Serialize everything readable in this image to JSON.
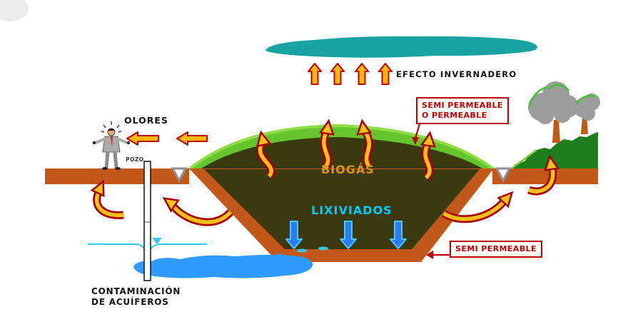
{
  "diagram": {
    "type": "landfill-environmental-impacts-cross-section",
    "labels": {
      "efecto_invernadero": "EFECTO INVERNADERO",
      "olores": "OLORES",
      "pozo": "POZO",
      "biogas": "BIOGÁS",
      "lixiviados": "LIXIVIADOS",
      "contaminacion_line1": "CONTAMINACIÓN",
      "contaminacion_line2": "DE ACUÍFEROS",
      "semi_permeable_top_line1": "SEMI PERMEABLE",
      "semi_permeable_top_line2": "O PERMEABLE",
      "semi_permeable_bottom": "SEMI PERMEABLE"
    },
    "icons": {
      "cloud": "greenhouse-gas-cloud",
      "up_arrows": "greenhouse-emission-arrow-icon (x4)",
      "left_arrows": "odor-arrow-icon (x2)",
      "curved_arrows": "gas-escape-arrow-icon (x8)",
      "down_arrows": "leachate-arrow-icon (x3)",
      "person": "affected-person-icon",
      "well": "monitoring-well-pipe",
      "trees": "tree-icon (x2)"
    },
    "colors": {
      "cloud_teal": "#18A2A2",
      "arrow_yellow": "#FBB70D",
      "arrow_outline_red": "#C00000",
      "ground_brown": "#C2591B",
      "waste_dark_olive": "#3B390F",
      "cover_light_green": "#64C52D",
      "cover_edge_green": "#8FDD44",
      "hill_dark_green": "#1E7D1C",
      "tree_gray": "#9C9C9C",
      "tree_highlight_green": "#3FC32F",
      "water_blue": "#2F9BFF",
      "water_table_cyan": "#35C8F0",
      "leachate_arrow_blue": "#2E7BEF",
      "leachate_text_cyan": "#00CCFF",
      "biogas_text_orange": "#E09417",
      "label_red": "#C00000"
    }
  }
}
